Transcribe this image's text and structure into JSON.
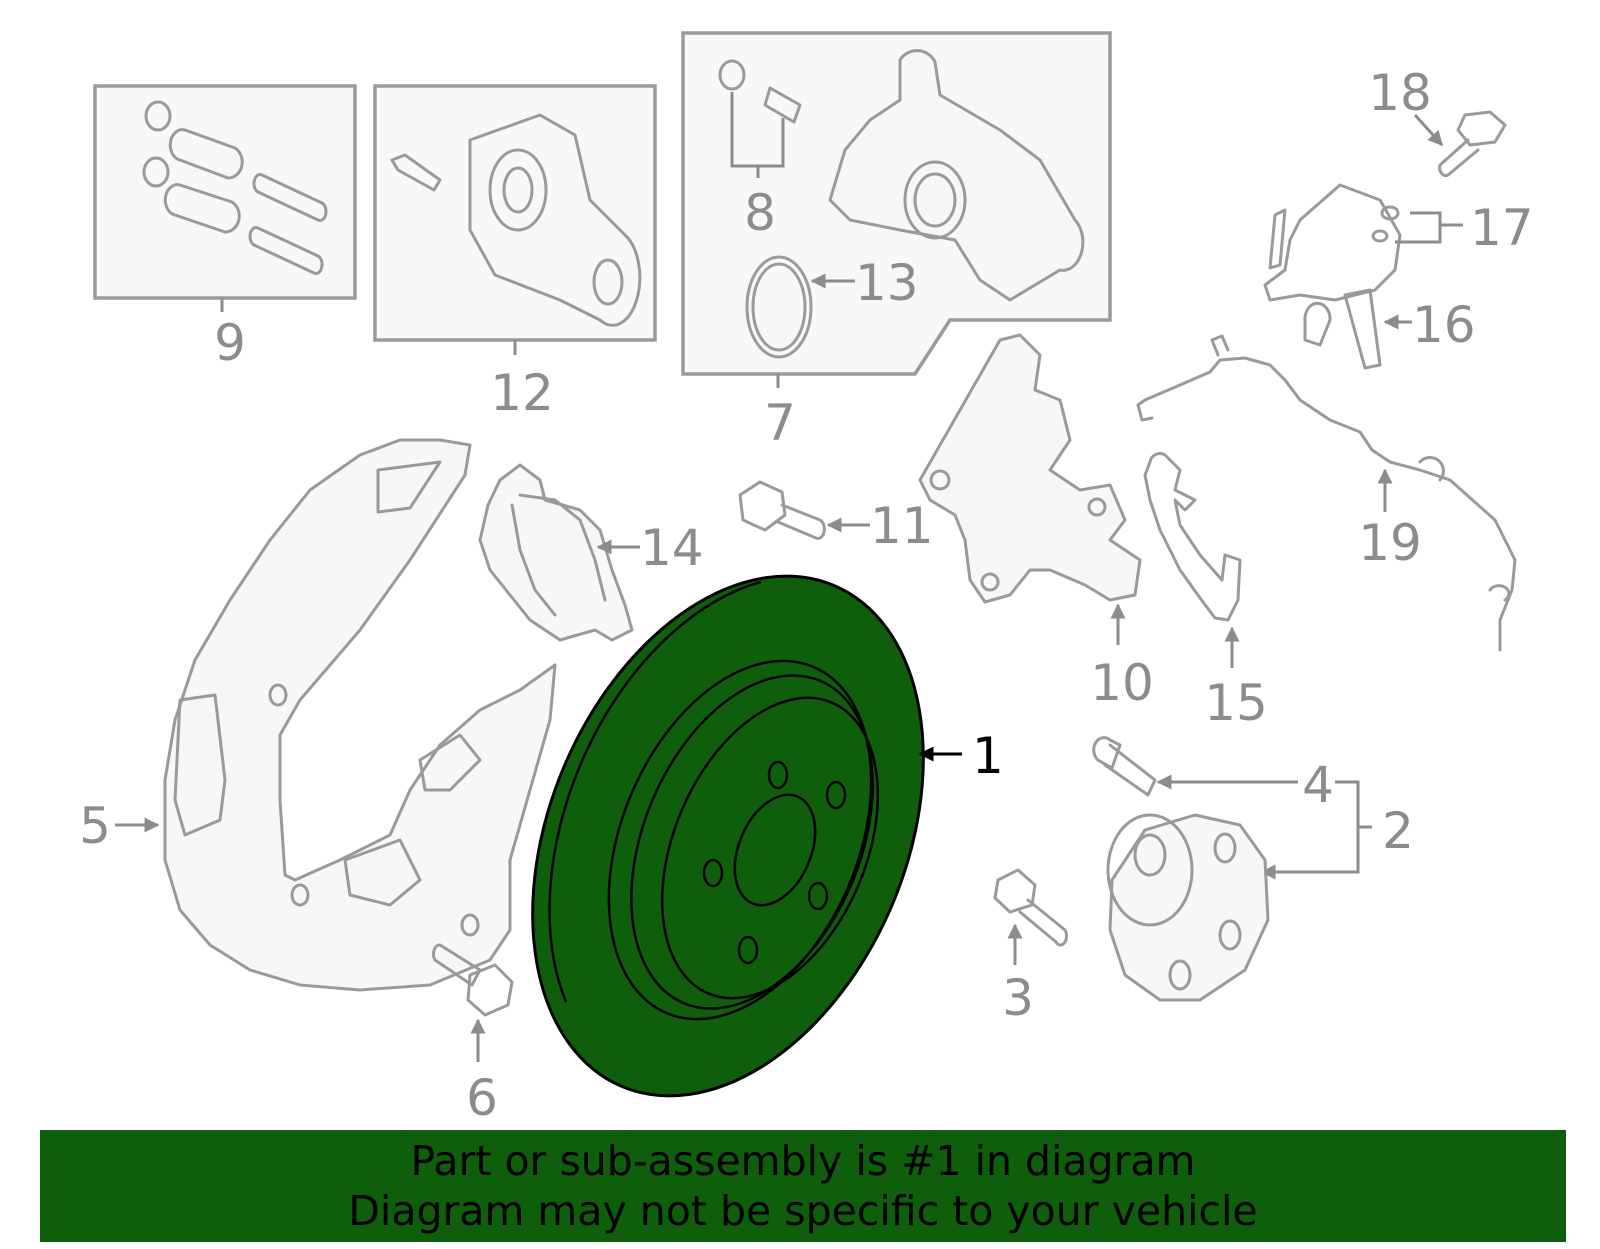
{
  "callouts": {
    "c1": "1",
    "c2": "2",
    "c3": "3",
    "c4": "4",
    "c5": "5",
    "c6": "6",
    "c7": "7",
    "c8": "8",
    "c9": "9",
    "c10": "10",
    "c11": "11",
    "c12": "12",
    "c13": "13",
    "c14": "14",
    "c15": "15",
    "c16": "16",
    "c17": "17",
    "c18": "18",
    "c19": "19"
  },
  "highlight_color": "#0f5e0b",
  "banner": {
    "line1": "Part or sub-assembly is #1 in diagram",
    "line2": "Diagram may not be specific to your vehicle"
  }
}
